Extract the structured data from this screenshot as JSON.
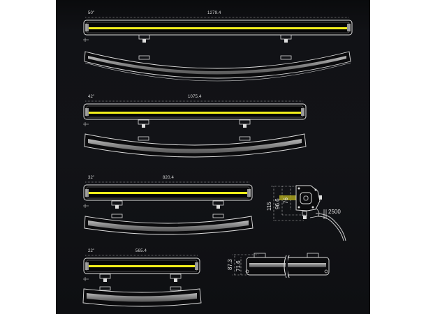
{
  "drawing": {
    "background": "#121317",
    "line_color": "#e0e0e0",
    "led_color": "#f2ee1a",
    "bars": [
      {
        "size": "50\"",
        "length": "1279.4"
      },
      {
        "size": "42\"",
        "length": "1075.4"
      },
      {
        "size": "32\"",
        "length": "820.4"
      },
      {
        "size": "22\"",
        "length": "565.4"
      }
    ],
    "side_view": {
      "height_total": "115",
      "height_mid": "96.6",
      "height_inner": "76",
      "cable_length": "2500"
    },
    "section_view": {
      "height_total": "87.3",
      "height_inner": "71.6"
    }
  }
}
